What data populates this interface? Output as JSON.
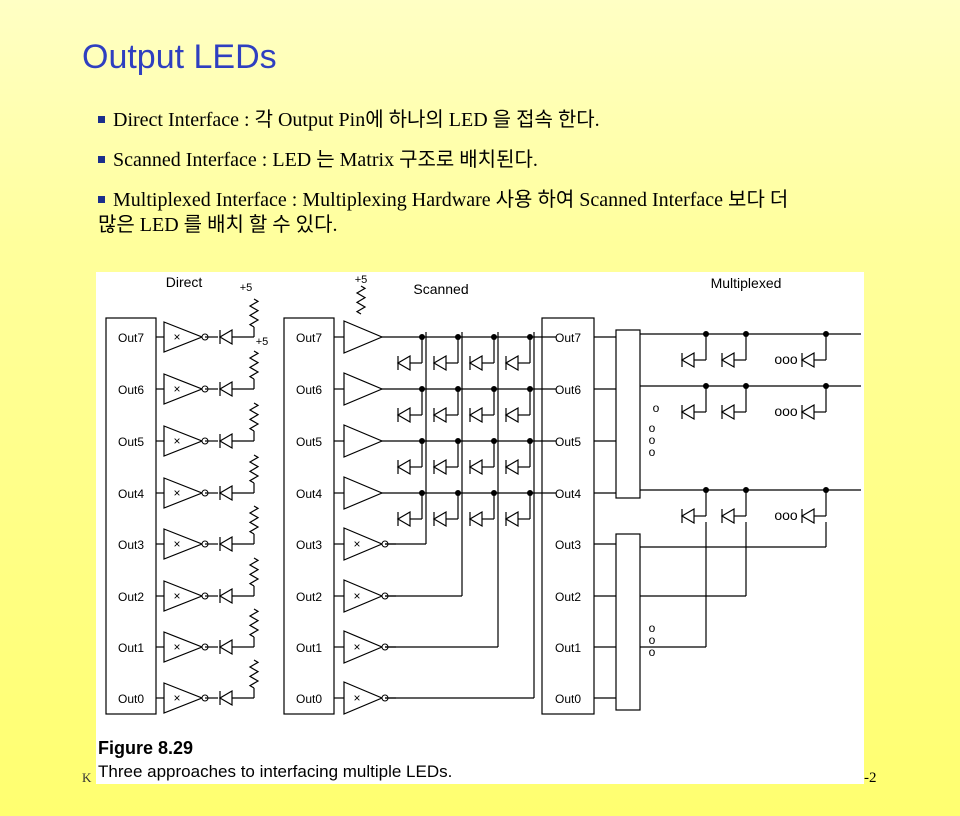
{
  "slide": {
    "title": "Output LEDs",
    "bullets": [
      "Direct Interface : 각 Output Pin에 하나의 LED 을 접속 한다.",
      "Scanned Interface : LED 는 Matrix 구조로 배치된다.",
      "Multiplexed Interface : Multiplexing Hardware 사용 하여 Scanned Interface 보다 더 많은 LED 를 배치 할 수 있다."
    ],
    "footer_left": "K",
    "page_number": "-2"
  },
  "figure": {
    "label": "Figure 8.29",
    "caption": "Three approaches to interfacing multiple LEDs.",
    "sections": {
      "direct": "Direct",
      "scanned": "Scanned",
      "multiplexed": "Multiplexed"
    },
    "supply_label": "+5",
    "outputs": [
      "Out7",
      "Out6",
      "Out5",
      "Out4",
      "Out3",
      "Out2",
      "Out1",
      "Out0"
    ],
    "ellipsis": "ooo"
  }
}
